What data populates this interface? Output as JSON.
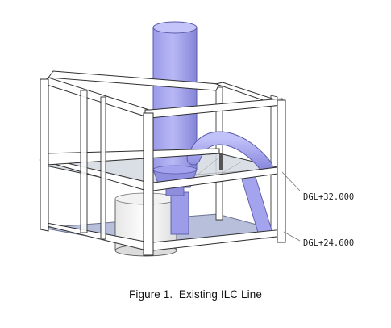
{
  "figure": {
    "caption": "Figure 1.  Existing ILC Line",
    "levels": [
      {
        "label": "DGL+32.000"
      },
      {
        "label": "DGL+24.600"
      }
    ]
  },
  "colors": {
    "vessel": "#a9a9f2",
    "vessel_dark": "#8a8ae0",
    "floor": "#b6bed8",
    "frame": "#ffffff",
    "frame_edge": "#3a3a3a"
  }
}
